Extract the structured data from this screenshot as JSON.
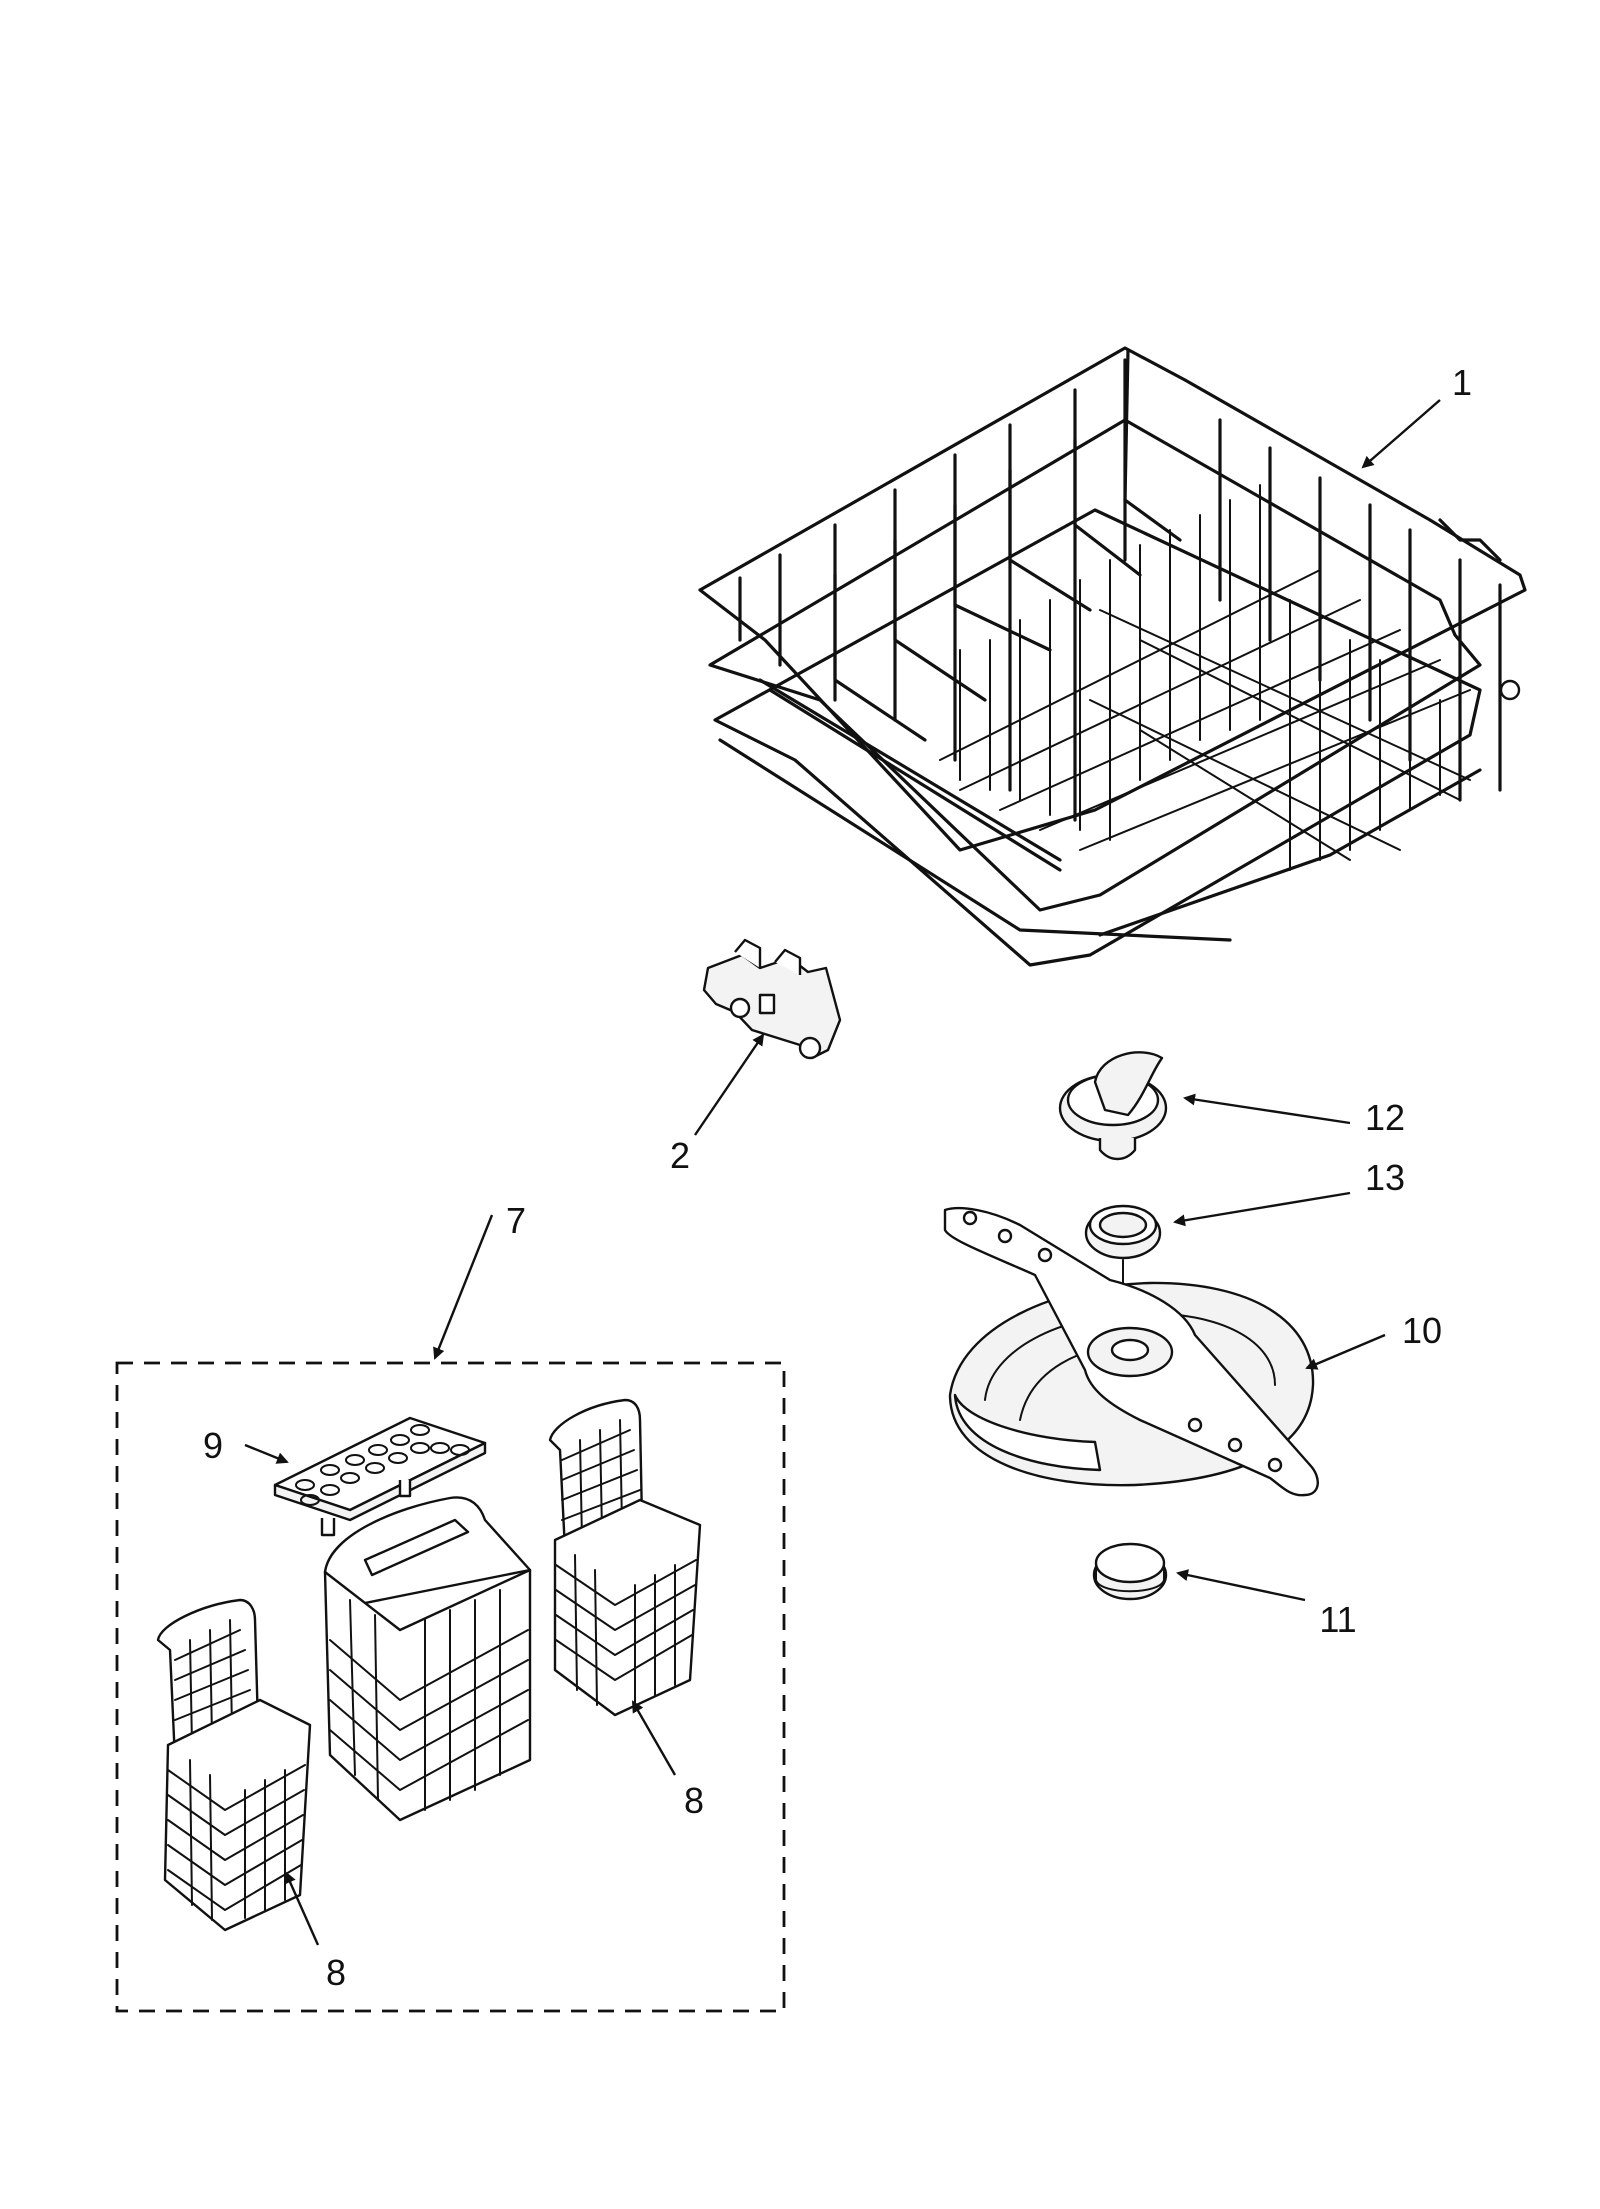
{
  "diagram": {
    "callouts": [
      {
        "id": "c1",
        "label": "1",
        "part": "lower dishrack"
      },
      {
        "id": "c2",
        "label": "2",
        "part": "rack roller"
      },
      {
        "id": "c7",
        "label": "7",
        "part": "silverware basket assembly"
      },
      {
        "id": "c8a",
        "label": "8",
        "part": "basket (right)"
      },
      {
        "id": "c8b",
        "label": "8",
        "part": "basket (left)"
      },
      {
        "id": "c9",
        "label": "9",
        "part": "basket cover"
      },
      {
        "id": "c10",
        "label": "10",
        "part": "spray arm and filter"
      },
      {
        "id": "c11",
        "label": "11",
        "part": "seal ring"
      },
      {
        "id": "c12",
        "label": "12",
        "part": "nut cap"
      },
      {
        "id": "c13",
        "label": "13",
        "part": "bearing ring"
      }
    ]
  }
}
